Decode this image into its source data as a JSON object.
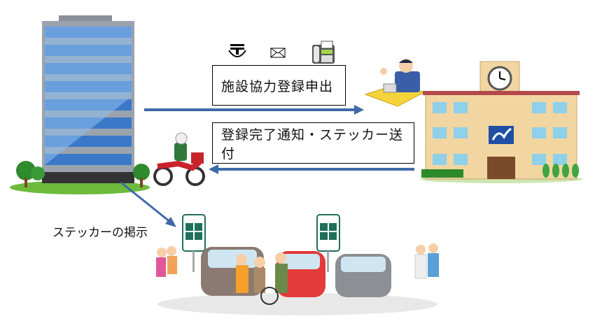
{
  "steps": {
    "application_label": "施設協力登録申出",
    "completion_label": "登録完了通知・ステッカー送付",
    "display_label": "ステッカーの掲示"
  },
  "icons": [
    "postal-mark-icon",
    "envelope-icon",
    "fax-icon"
  ],
  "colors": {
    "arrow": "#3f6aa8",
    "building_glass": "#3b78c8",
    "desk": "#f5d33a",
    "sign_green": "#1f6f5a"
  }
}
